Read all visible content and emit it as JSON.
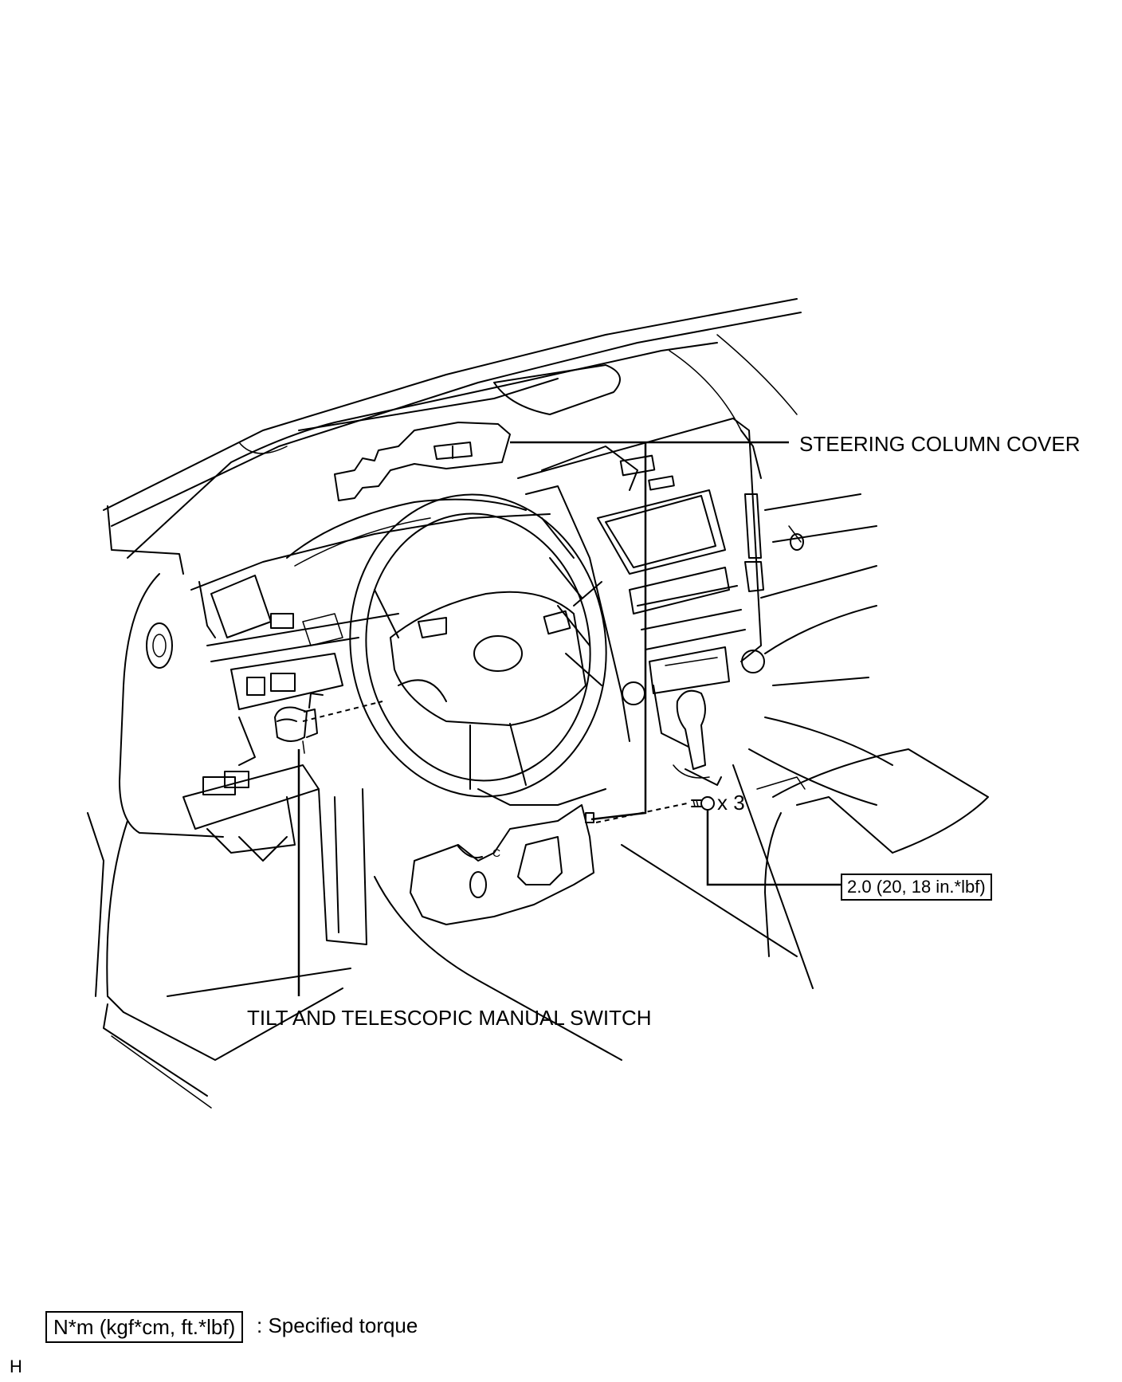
{
  "callouts": {
    "steering_column_cover": "STEERING COLUMN COVER",
    "tilt_switch": "TILT AND TELESCOPIC MANUAL SWITCH",
    "quantity": "x 3",
    "torque_value": "2.0 (20, 18 in.*lbf)"
  },
  "legend": {
    "unit_box": "N*m (kgf*cm, ft.*lbf)",
    "description": ": Specified torque"
  },
  "corner_mark": "H",
  "part_marks": {
    "lower_cover_mark": "C"
  }
}
